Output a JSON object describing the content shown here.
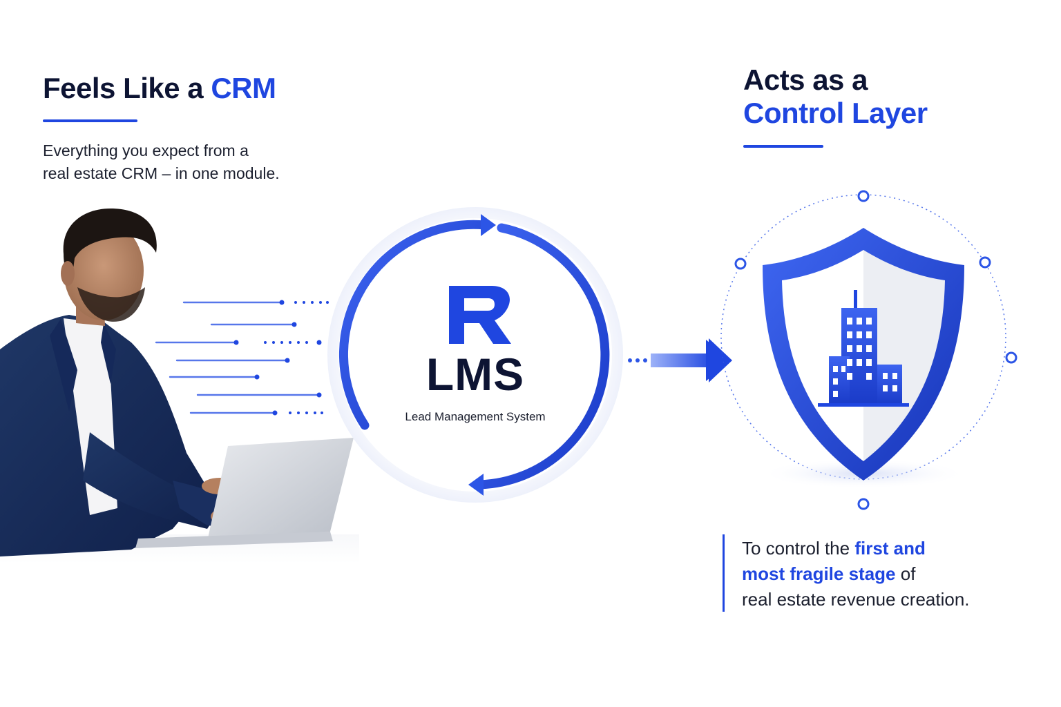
{
  "left": {
    "title_plain": "Feels Like a ",
    "title_highlight": "CRM",
    "subtitle_line1": "Everything you expect from a",
    "subtitle_line2": "real estate CRM – in one module."
  },
  "center": {
    "logo_letter": "R",
    "name": "LMS",
    "description": "Lead Management System"
  },
  "right": {
    "title_line1": "Acts as a",
    "title_line2": "Control Layer",
    "caption_pre": "To control the ",
    "caption_highlight1": "first and",
    "caption_highlight2": "most fragile stage",
    "caption_post": " of",
    "caption_line3": "real estate revenue creation."
  },
  "icons": {
    "person": "person-with-laptop-icon",
    "cycle": "circular-arrows-icon",
    "arrow": "right-arrow-icon",
    "shield": "shield-building-icon"
  },
  "colors": {
    "accent": "#1f46e0",
    "text": "#0d1433"
  }
}
